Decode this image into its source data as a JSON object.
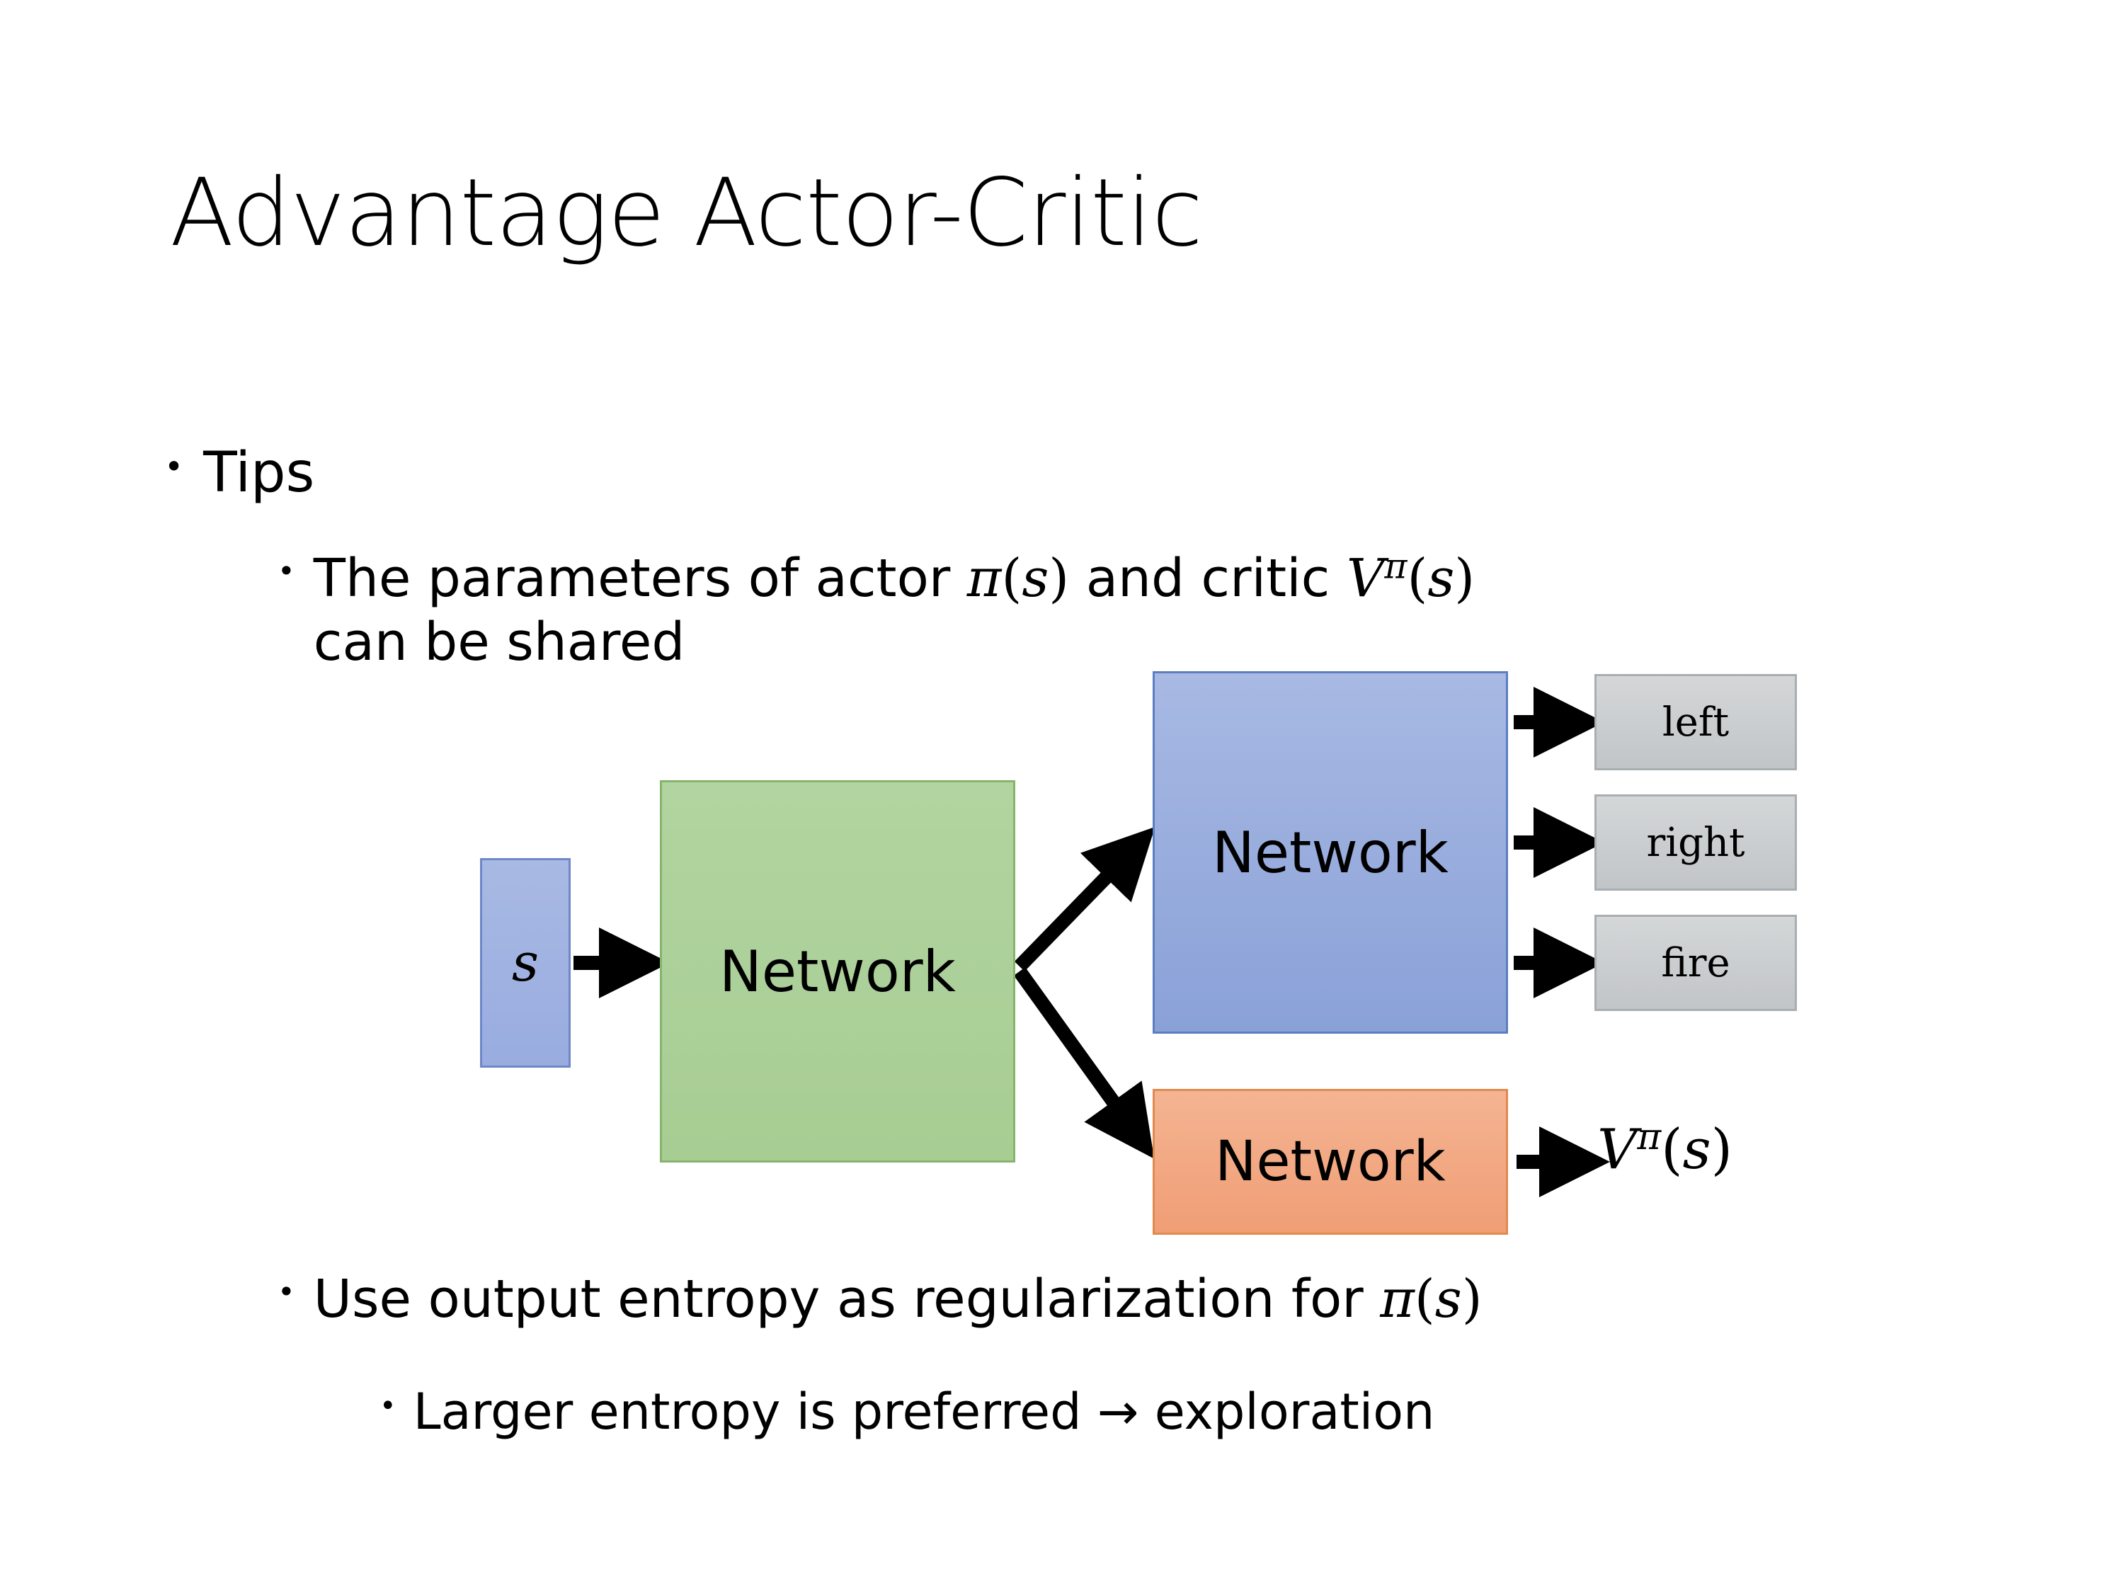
{
  "slide": {
    "title": "Advantage Actor-Critic",
    "background_color": "#ffffff"
  },
  "bullets": {
    "tips": {
      "marker": "•",
      "text": "Tips"
    },
    "parameters": {
      "marker": "•",
      "prefix": "The parameters of actor ",
      "actor_symbol": "π",
      "actor_open": "(",
      "actor_arg": "s",
      "actor_close": ")",
      "middle": "  and critic ",
      "critic_symbol": "V",
      "critic_sup": "π",
      "critic_open": "(",
      "critic_arg": "s",
      "critic_close": ")",
      "line2": "can be shared"
    },
    "entropy": {
      "marker": "•",
      "prefix": "Use output entropy as regularization for ",
      "symbol": "π",
      "open": "(",
      "arg": "s",
      "close": ")"
    },
    "larger": {
      "marker": "•",
      "text": "Larger entropy is preferred → exploration"
    }
  },
  "diagram": {
    "state_box": {
      "label": "s",
      "fill": "#9fb2de",
      "border": "#6e87c6"
    },
    "shared_network": {
      "label": "Network",
      "fill": "#aed09b",
      "border": "#86b46c"
    },
    "actor_network": {
      "label": "Network",
      "fill": "#95abdc",
      "border": "#5c7ec0"
    },
    "critic_network": {
      "label": "Network",
      "fill": "#f2a77f",
      "border": "#e08a50"
    },
    "actions": [
      {
        "label": "left",
        "fill": "#c9cccd",
        "border": "#a9aeb0"
      },
      {
        "label": "right",
        "fill": "#c9cccd",
        "border": "#a9aeb0"
      },
      {
        "label": "fire",
        "fill": "#c9cccd",
        "border": "#a9aeb0"
      }
    ],
    "value_output": {
      "symbol": "V",
      "sup": "π",
      "open": "(",
      "arg": "s",
      "close": ")"
    },
    "arrow_color": "#000000"
  }
}
